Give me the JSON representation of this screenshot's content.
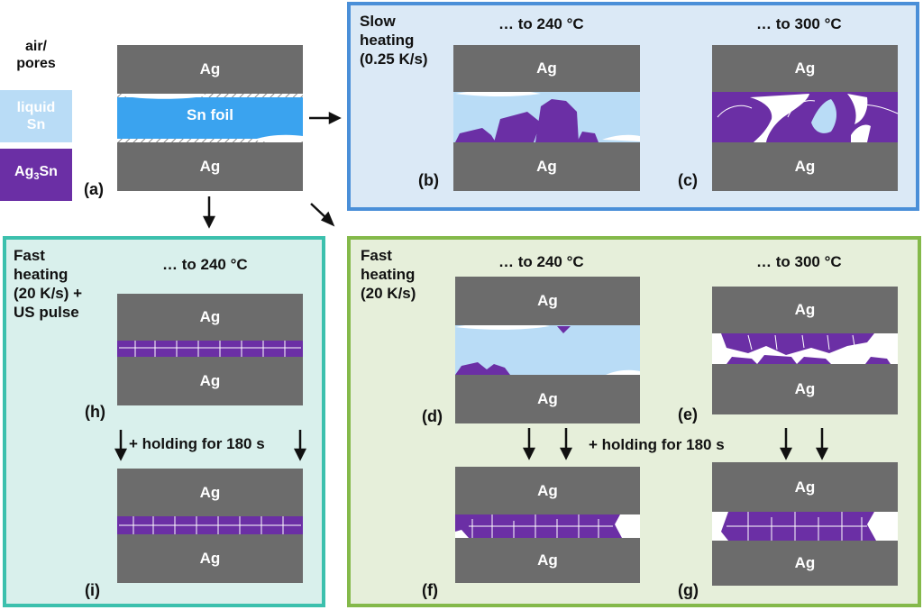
{
  "legend": {
    "air_pores": "air/\npores",
    "liquid_sn": "liquid\nSn",
    "ag3sn_base": "Ag",
    "ag3sn_sub": "3",
    "ag3sn_tail": "Sn"
  },
  "colors": {
    "ag": "#6c6c6c",
    "liquid_sn": "#b9dcf6",
    "sn_foil": "#3aa3ef",
    "ag3sn": "#6b2fa5",
    "slow_border": "#4a8fd8",
    "slow_bg": "#dbe9f6",
    "fast_us_border": "#3cc0ad",
    "fast_us_bg": "#d9f0ec",
    "fast_border": "#84b94a",
    "fast_bg": "#e6efda"
  },
  "panel_a": {
    "ag_top": "Ag",
    "ag_bottom": "Ag",
    "foil": "Sn foil",
    "label": "(a)"
  },
  "slow_box": {
    "title": "Slow\nheating\n(0.25 K/s)",
    "head_240": "… to 240 °C",
    "head_300": "… to 300 °C",
    "b": {
      "ag_top": "Ag",
      "ag_bottom": "Ag",
      "label": "(b)"
    },
    "c": {
      "ag_top": "Ag",
      "ag_bottom": "Ag",
      "label": "(c)"
    }
  },
  "fast_us_box": {
    "title": "Fast\nheating\n(20 K/s) +\nUS pulse",
    "head_240": "… to 240 °C",
    "holding": "+ holding for 180 s",
    "h": {
      "ag_top": "Ag",
      "ag_bottom": "Ag",
      "label": "(h)"
    },
    "i": {
      "ag_top": "Ag",
      "ag_bottom": "Ag",
      "label": "(i)"
    }
  },
  "fast_box": {
    "title": "Fast\nheating\n(20 K/s)",
    "head_240": "… to 240 °C",
    "head_300": "… to 300 °C",
    "holding": "+ holding for 180 s",
    "d": {
      "ag_top": "Ag",
      "ag_bottom": "Ag",
      "label": "(d)"
    },
    "e": {
      "ag_top": "Ag",
      "ag_bottom": "Ag",
      "label": "(e)"
    },
    "f": {
      "ag_top": "Ag",
      "ag_bottom": "Ag",
      "label": "(f)"
    },
    "g": {
      "ag_top": "Ag",
      "ag_bottom": "Ag",
      "label": "(g)"
    }
  }
}
